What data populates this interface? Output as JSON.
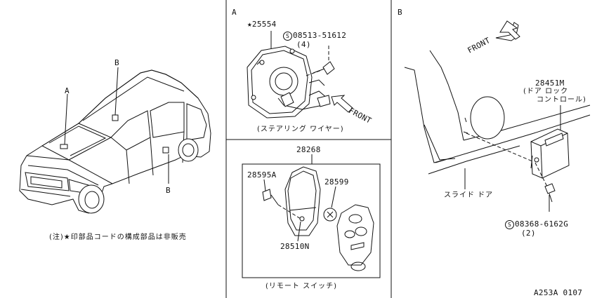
{
  "sections": {
    "a_label": "A",
    "b_label": "B"
  },
  "vehicle": {
    "callout_a": "A",
    "callout_b_top": "B",
    "callout_b_bottom": "B",
    "note": "(注)★印部品コードの構成部品は非販売"
  },
  "steering_wire": {
    "part_star": "★25554",
    "bolt_symbol": "S",
    "bolt_part": "08513-51612",
    "bolt_qty": "(4)",
    "front": "FRONT",
    "caption": "(ステアリング ワイヤー)"
  },
  "remote_switch": {
    "part_main": "28268",
    "part_screw": "28595A",
    "part_battery": "28599",
    "part_case": "28510N",
    "caption": "(リモート スイッチ)"
  },
  "door": {
    "front": "FRONT",
    "control_part": "28451M",
    "control_name_1": "(ドア ロック",
    "control_name_2": "コントロール)",
    "door_name": "スライド ドア",
    "bolt_symbol": "S",
    "bolt_part": "08368-6162G",
    "bolt_qty": "(2)"
  },
  "figure_code": "A253A 0107",
  "colors": {
    "ink": "#111111",
    "background": "#ffffff"
  }
}
